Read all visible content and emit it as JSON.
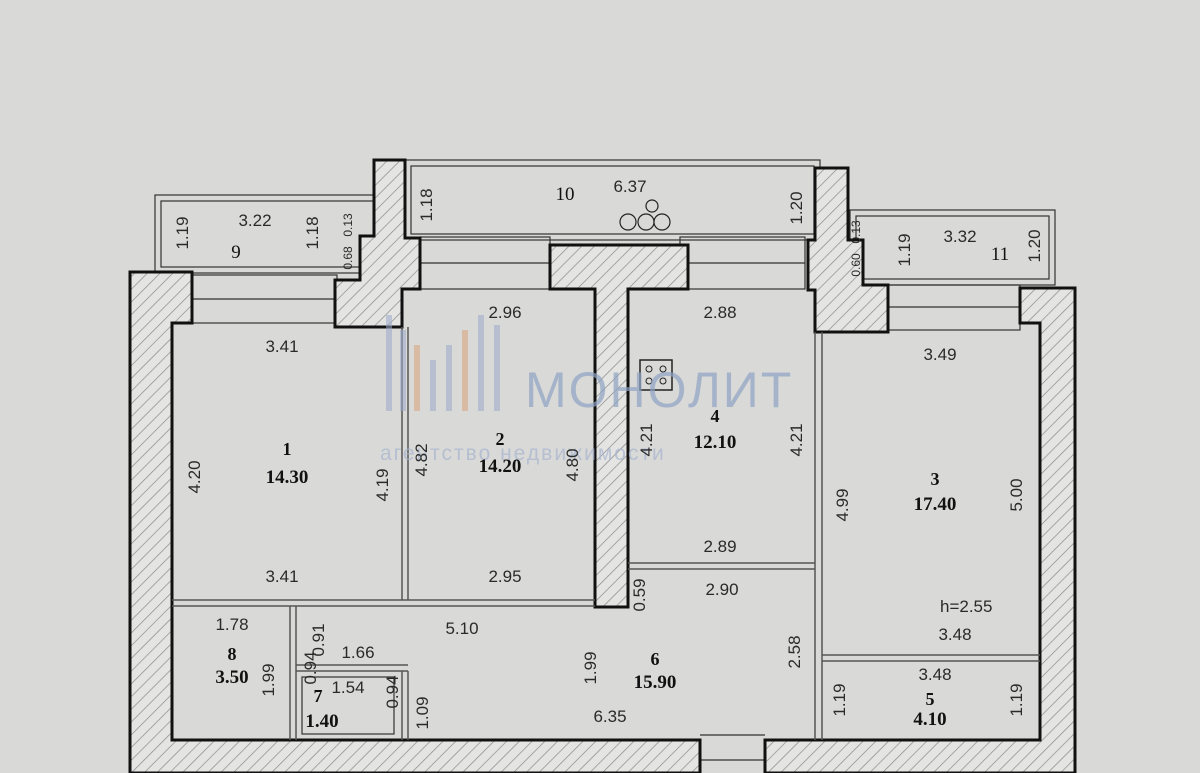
{
  "watermark": {
    "brand": "МОНОЛИТ",
    "tagline": "агентство недвижимости"
  },
  "rooms": [
    {
      "id": "r1",
      "number": "1",
      "area": "14.30"
    },
    {
      "id": "r2",
      "number": "2",
      "area": "14.20"
    },
    {
      "id": "r3",
      "number": "3",
      "area": "17.40"
    },
    {
      "id": "r4",
      "number": "4",
      "area": "12.10"
    },
    {
      "id": "r5",
      "number": "5",
      "area": "4.10"
    },
    {
      "id": "r6",
      "number": "6",
      "area": "15.90"
    },
    {
      "id": "r7",
      "number": "7",
      "area": "1.40"
    },
    {
      "id": "r8",
      "number": "8",
      "area": "3.50"
    }
  ],
  "balconies": [
    {
      "id": "b9",
      "number": "9"
    },
    {
      "id": "b10",
      "number": "10"
    },
    {
      "id": "b11",
      "number": "11"
    }
  ],
  "ceiling_height": "h=2.55",
  "dimensions": {
    "b9_w": "3.22",
    "b9_h1": "1.19",
    "b9_h2": "1.18",
    "b9_s1": "0.13",
    "b9_s2": "0.68",
    "b10_w": "6.37",
    "b10_h1": "1.18",
    "b10_h2": "1.20",
    "b11_w": "3.32",
    "b11_h1": "1.19",
    "b11_h2": "1.20",
    "b11_s1": "0.13",
    "b11_s2": "0.60",
    "r1_top": "3.41",
    "r1_bottom": "3.41",
    "r1_left": "4.20",
    "r1_right": "4.19",
    "r2_top": "2.96",
    "r2_bottom": "2.95",
    "r2_left": "4.82",
    "r2_right": "4.80",
    "r4_top": "2.88",
    "r4_bottom": "2.89",
    "r4_left": "4.21",
    "r4_right": "4.21",
    "r3_top": "3.49",
    "r3_bottom": "3.48",
    "r3_left": "4.99",
    "r3_right": "5.00",
    "r5_top": "3.48",
    "r5_left": "1.19",
    "r5_right": "1.19",
    "r6_top": "2.90",
    "r6_len": "5.10",
    "r6_bottom": "6.35",
    "r6_h1": "1.99",
    "r6_h2": "2.58",
    "r6_h3": "0.59",
    "r6_h4": "1.09",
    "r8_top": "1.78",
    "r8_left": "1.99",
    "r8_right": "0.91",
    "r7_top": "1.66",
    "r7_inner": "1.54",
    "r7_right": "0.94",
    "r7_left": "0.94"
  }
}
